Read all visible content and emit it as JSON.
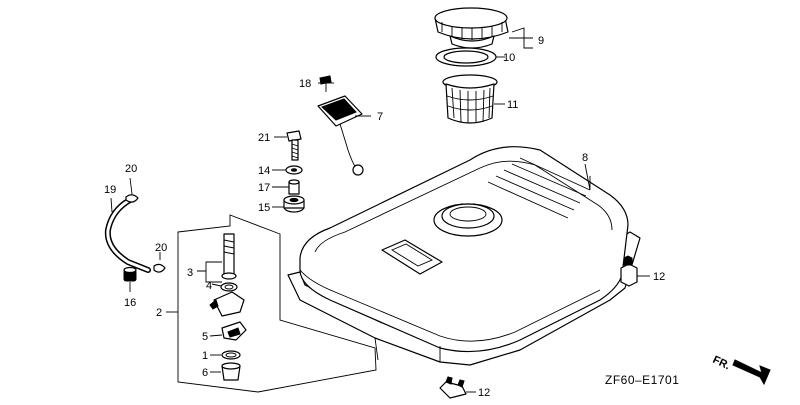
{
  "diagram_code": "ZF60–E1701",
  "direction_label": "FR.",
  "callouts": {
    "c1": "1",
    "c2": "2",
    "c3": "3",
    "c4": "4",
    "c5": "5",
    "c6": "6",
    "c7": "7",
    "c8": "8",
    "c9": "9",
    "c10": "10",
    "c11": "11",
    "c12a": "12",
    "c12b": "12",
    "c14": "14",
    "c15": "15",
    "c16": "16",
    "c17": "17",
    "c18": "18",
    "c19": "19",
    "c20a": "20",
    "c20b": "20",
    "c21": "21"
  }
}
